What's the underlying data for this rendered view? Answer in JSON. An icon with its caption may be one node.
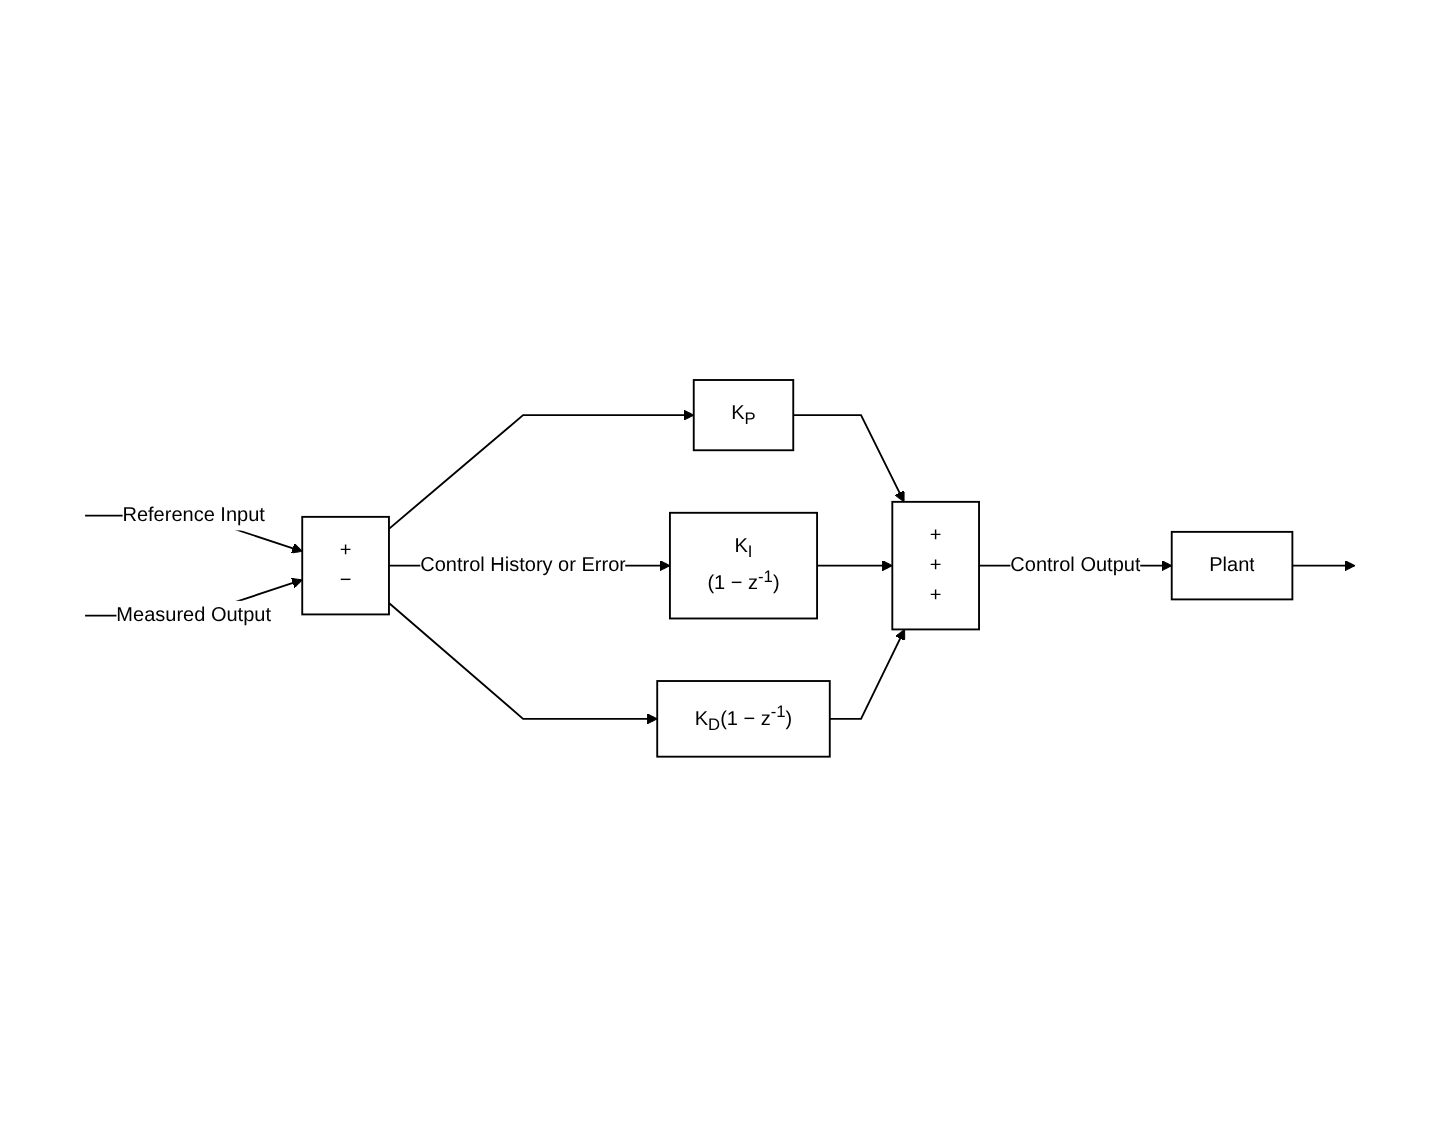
{
  "diagram": {
    "nodes": [
      {
        "text": [
          "+",
          "−"
        ]
      },
      {
        "text": [
          "K$_{P}$"
        ]
      },
      {
        "text": [
          "K$_{I}$",
          "(1 − z$^{-1}$)"
        ]
      },
      {
        "text": [
          "K$_{D}$(1 − z$^{-1}$)"
        ]
      },
      {
        "text": [
          "+",
          "+",
          "+"
        ]
      },
      {
        "text": [
          "Plant"
        ]
      }
    ],
    "edges": [
      {
        "from": null,
        "to": 0,
        "arrow": "to",
        "label": "Reference Input"
      },
      {
        "from": 0,
        "to": 1,
        "arrow": "to"
      },
      {
        "from": 0,
        "to": 2,
        "arrow": "to",
        "label": "Control History or Error"
      },
      {
        "from": 0,
        "to": 3,
        "arrow": "to"
      },
      {
        "from": 1,
        "to": 4,
        "arrow": "to"
      },
      {
        "from": 2,
        "to": 4,
        "arrow": "to"
      },
      {
        "from": 3,
        "to": 4,
        "arrow": "to"
      },
      {
        "from": 4,
        "to": 5,
        "arrow": "to",
        "label": "Control Output"
      },
      {
        "from": 5,
        "to": null,
        "arrow": "to"
      },
      {
        "from": null,
        "to": 0,
        "arrow": "to",
        "label": "Measured Output"
      }
    ]
  }
}
